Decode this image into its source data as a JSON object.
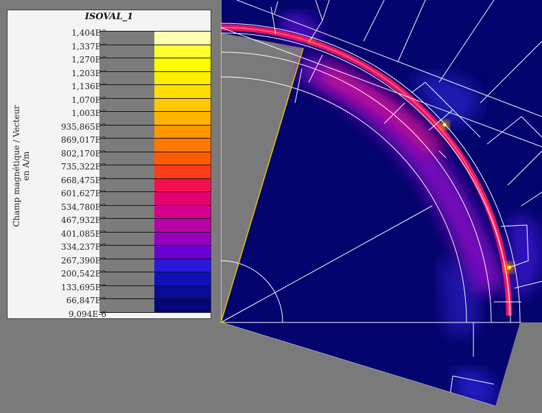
{
  "legend": {
    "title": "ISOVAL_1",
    "ylabel": "Champ magnétique / Vecteur en A/m",
    "levels": [
      {
        "label": "1,404E6",
        "color": "#ffffb0"
      },
      {
        "label": "1,337E6",
        "color": "#ffff30"
      },
      {
        "label": "1,270E6",
        "color": "#ffff00"
      },
      {
        "label": "1,203E6",
        "color": "#ffee00"
      },
      {
        "label": "1,136E6",
        "color": "#ffdd00"
      },
      {
        "label": "1,070E6",
        "color": "#ffc800"
      },
      {
        "label": "1,003E6",
        "color": "#ffb400"
      },
      {
        "label": "935,865E3",
        "color": "#ff9600"
      },
      {
        "label": "869,017E3",
        "color": "#ff7800"
      },
      {
        "label": "802,170E3",
        "color": "#ff5a00"
      },
      {
        "label": "735,322E3",
        "color": "#ff3c1a"
      },
      {
        "label": "668,475E3",
        "color": "#f21050"
      },
      {
        "label": "601,627E3",
        "color": "#e4006e"
      },
      {
        "label": "534,780E3",
        "color": "#d2008c"
      },
      {
        "label": "467,932E3",
        "color": "#b800a8"
      },
      {
        "label": "401,085E3",
        "color": "#9600bc"
      },
      {
        "label": "334,237E3",
        "color": "#6a00d4"
      },
      {
        "label": "267,390E3",
        "color": "#2a18d8"
      },
      {
        "label": "200,542E3",
        "color": "#1010b8"
      },
      {
        "label": "133,695E3",
        "color": "#080a98"
      },
      {
        "label": "66,847E3",
        "color": "#040678"
      },
      {
        "label": "9,094E-6",
        "color": ""
      }
    ]
  },
  "colors": {
    "background": "#7a7a7a",
    "field_low": "#04046e",
    "mesh_lines": "#ffffff"
  }
}
